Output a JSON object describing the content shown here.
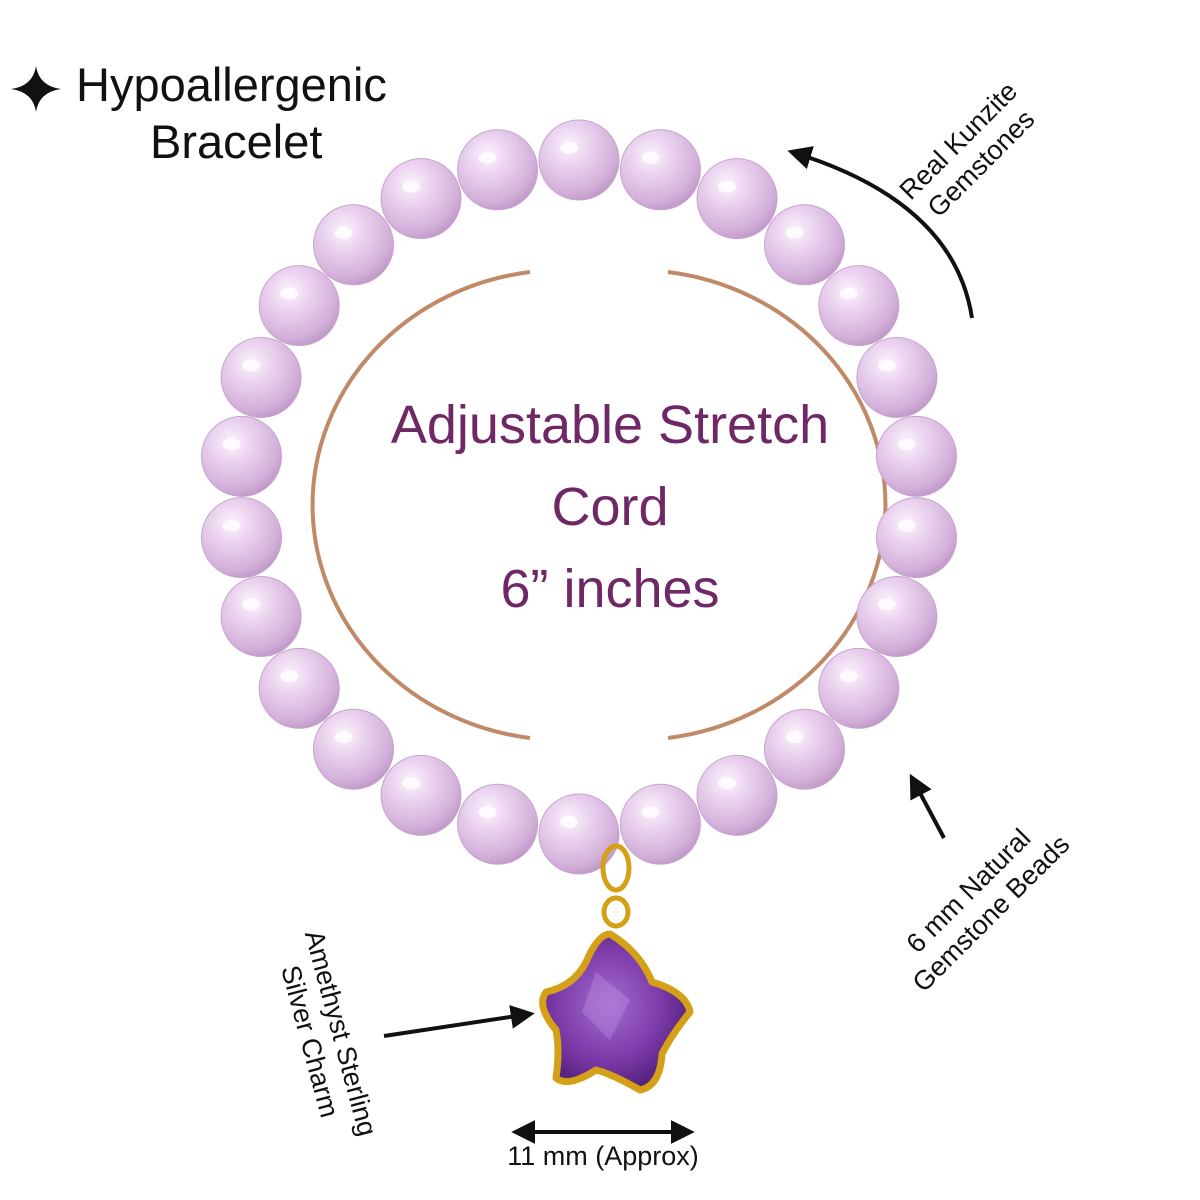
{
  "headline": {
    "icon": "sparkle-icon",
    "line1": "Hypoallergenic",
    "line2": "Bracelet"
  },
  "center": {
    "line1": "Adjustable Stretch",
    "line2": "Cord",
    "line3": "6” inches",
    "color": "#6f2765"
  },
  "callouts": {
    "kunzite": {
      "line1": "Real Kunzite",
      "line2": "Gemstones"
    },
    "beads": {
      "line1": "6 mm Natural",
      "line2": "Gemstone Beads"
    },
    "charm": {
      "line1": "Amethyst Sterling",
      "line2": "Silver Charm"
    },
    "size": "11 mm (Approx)"
  },
  "colors": {
    "arc": "#c08a68",
    "bead": "#dcbce3",
    "charm_stone": "#7b3aa8",
    "charm_bezel": "#d4a017"
  }
}
